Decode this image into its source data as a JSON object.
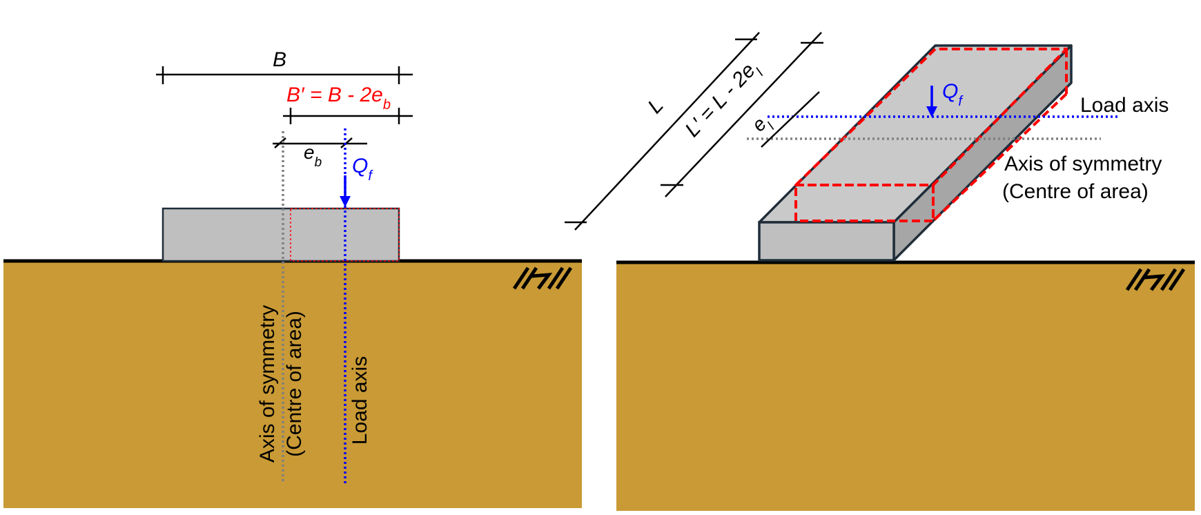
{
  "left_panel": {
    "dim_B": "B",
    "dim_Bprime": {
      "main": "B′ = B - 2e",
      "sub": "b"
    },
    "dim_eb": {
      "main": "e",
      "sub": "b"
    },
    "load": {
      "main": "Q",
      "sub": "f"
    },
    "axis_symmetry": "Axis of symmetry",
    "centre_of_area": "(Centre of area)",
    "load_axis": "Load axis"
  },
  "right_panel": {
    "dim_L": "L",
    "dim_Lprime": {
      "main": "L′ = L - 2e",
      "sub": "l"
    },
    "dim_el": {
      "main": "e",
      "sub": "l"
    },
    "load": {
      "main": "Q",
      "sub": "f"
    },
    "load_axis": "Load axis",
    "axis_symmetry": "Axis of symmetry",
    "centre_of_area": "(Centre of area)"
  },
  "colors": {
    "soil": "#C99A35",
    "footing": "#BFBFBF",
    "footing_side": "#A6A6A6",
    "effective_area": "#FF0000",
    "load_axis": "#0000FF",
    "symmetry_axis": "#808080",
    "outline": "#1F2D3A"
  }
}
